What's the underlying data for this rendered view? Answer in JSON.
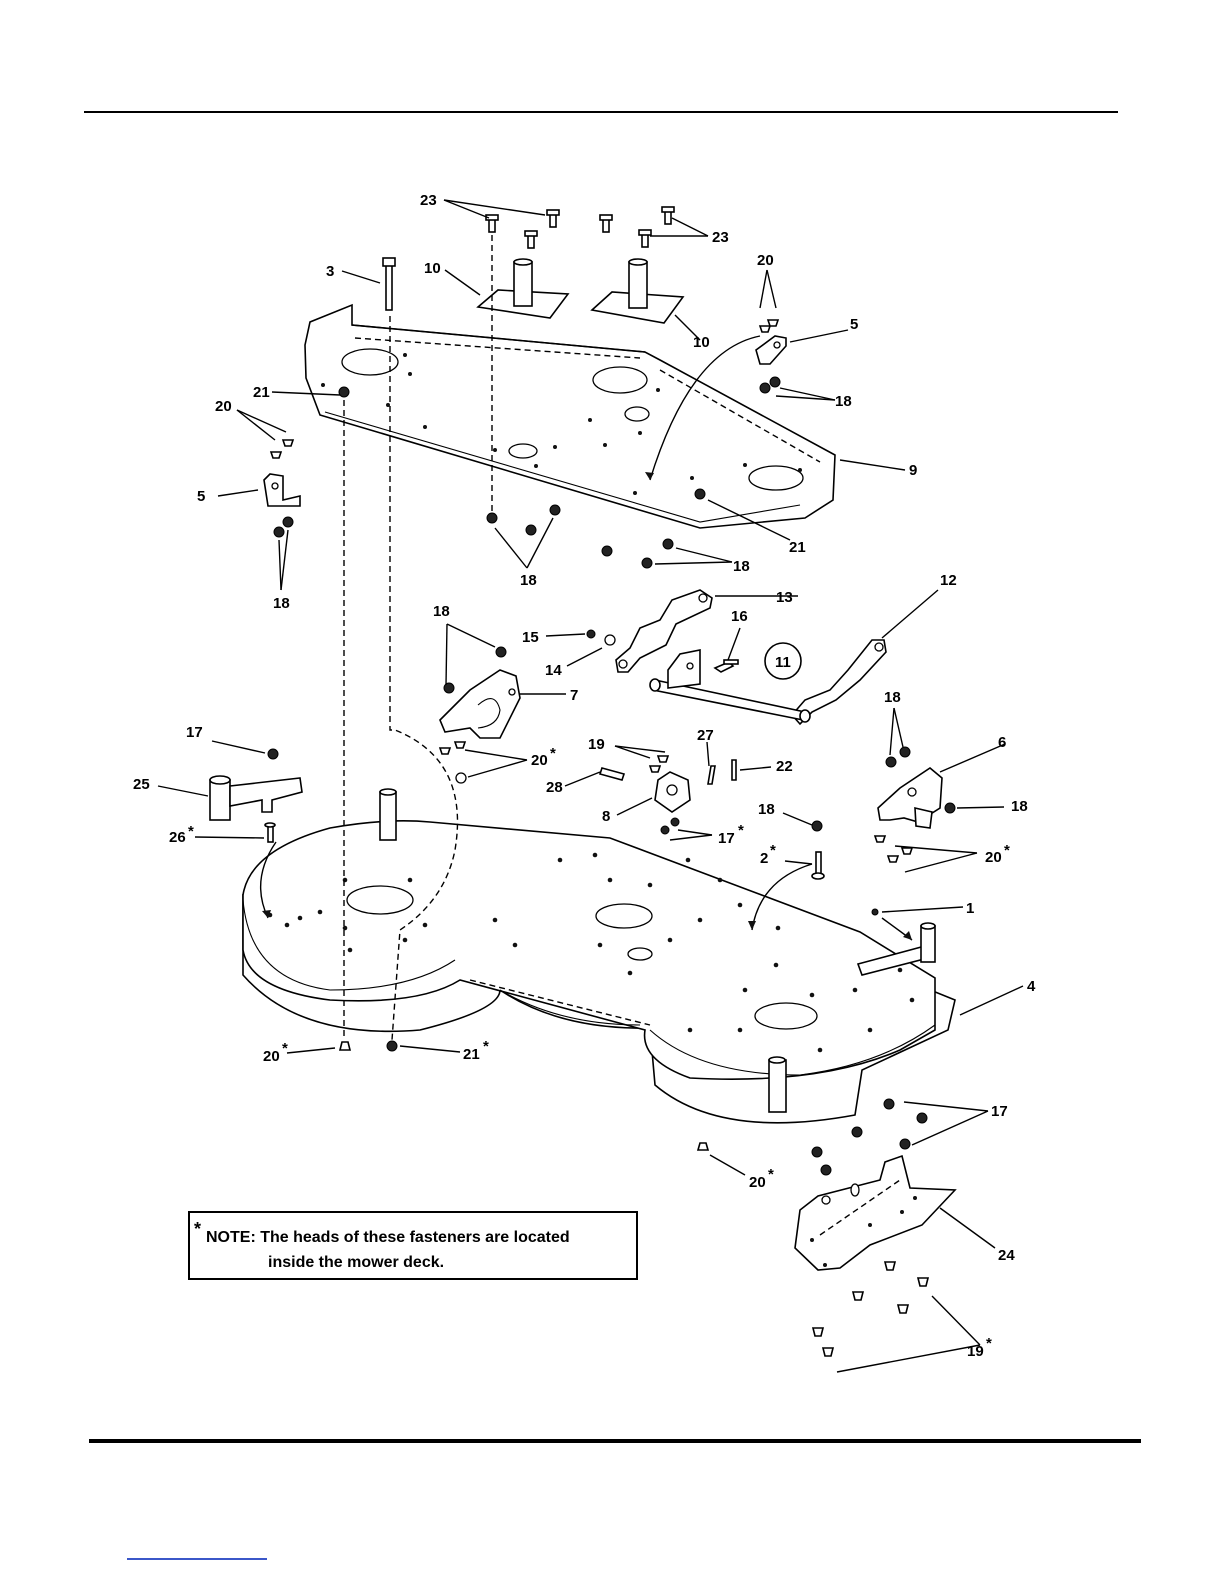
{
  "diagram": {
    "callouts": {
      "p1": "1",
      "p2": "2",
      "p3": "3",
      "p4": "4",
      "p5a": "5",
      "p5b": "5",
      "p6": "6",
      "p7": "7",
      "p8": "8",
      "p9": "9",
      "p10a": "10",
      "p10b": "10",
      "p11": "11",
      "p12": "12",
      "p13": "13",
      "p14": "14",
      "p15": "15",
      "p16": "16",
      "p17a": "17",
      "p17b": "17",
      "p17c": "17",
      "p18a": "18",
      "p18b": "18",
      "p18c": "18",
      "p18d": "18",
      "p18e": "18",
      "p18f": "18",
      "p18g": "18",
      "p18h": "18",
      "p19a": "19",
      "p19b": "19",
      "p20a": "20",
      "p20b": "20",
      "p20c": "20",
      "p20d": "20",
      "p20e": "20",
      "p20f": "20",
      "p21a": "21",
      "p21b": "21",
      "p21c": "21",
      "p22": "22",
      "p23a": "23",
      "p23b": "23",
      "p24": "24",
      "p25": "25",
      "p26": "26",
      "p27": "27",
      "p28": "28"
    },
    "asterisk": "*",
    "note": {
      "star": "*",
      "line1": "NOTE: The heads of these fasteners are located",
      "line2": "inside the mower deck."
    }
  }
}
